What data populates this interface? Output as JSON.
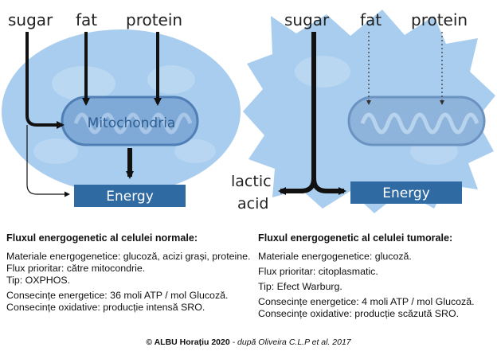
{
  "normal_cell": {
    "inputs": {
      "sugar": "sugar",
      "fat": "fat",
      "protein": "protein"
    },
    "organelle": "Mitochondria",
    "output": "Energy"
  },
  "tumor_cell": {
    "inputs": {
      "sugar": "sugar",
      "fat": "fat",
      "protein": "protein"
    },
    "byproduct_line1": "lactic",
    "byproduct_line2": "acid",
    "output": "Energy"
  },
  "colors": {
    "cell_fill": "#a9cdee",
    "cell_spot": "#c8e0f5",
    "mito_fill": "#7fa9d6",
    "mito_stroke": "#4f7fb5",
    "energy_box": "#2f6aa3",
    "arrow": "#111111"
  },
  "captions": {
    "left": {
      "heading": "Fluxul energogenetic al celulei normale:",
      "materials": "Materiale energogenetice: glucoză, acizi grași, proteine.",
      "flux": "Flux prioritar: către mitocondrie.",
      "type": "Tip: OXPHOS.",
      "energetic": "Consecințe energetice: 36 moli ATP / mol Glucoză.",
      "oxidative": "Consecințe oxidative: producție intensă SRO."
    },
    "right": {
      "heading": "Fluxul energogenetic al celulei tumorale:",
      "materials": "Materiale energogenetice: glucoză.",
      "flux": "Flux prioritar: citoplasmatic.",
      "type": "Tip: Efect Warburg.",
      "energetic": "Consecințe energetice: 4 moli ATP / mol Glucoză.",
      "oxidative": "Consecințe oxidative: producție scăzută SRO."
    }
  },
  "credit": {
    "author": "© ALBU Horațiu 2020",
    "source": " - după Oliveira C.L.P et al. 2017"
  }
}
